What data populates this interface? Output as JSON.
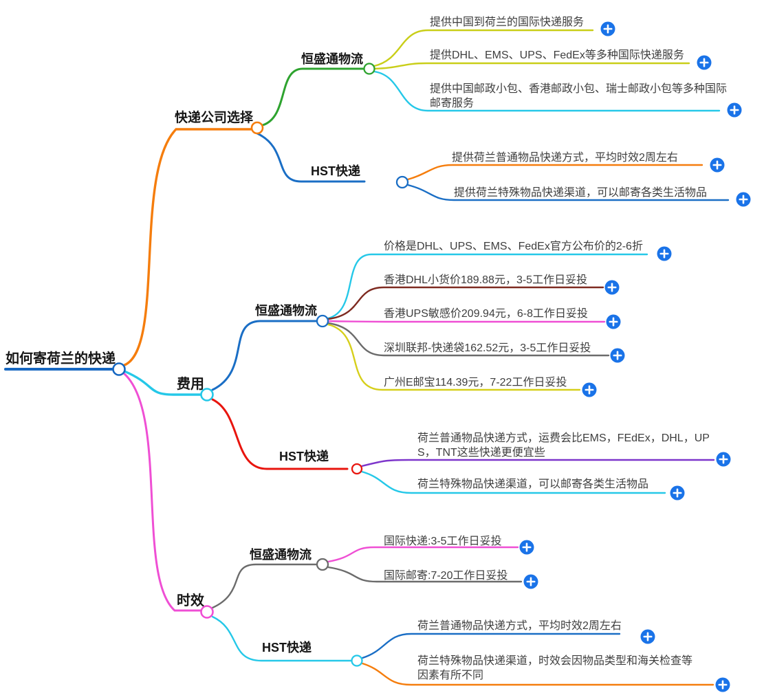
{
  "palette": {
    "root_blue": "#1667c1",
    "orange": "#f57d0d",
    "cyan": "#25c8e8",
    "magenta": "#ef4fd4",
    "green": "#2ea32f",
    "olive": "#c9ce18",
    "blue": "#1a6ec5",
    "dark_red": "#7e2a20",
    "gray": "#6b6b6b",
    "yellow": "#d6cf1b",
    "red": "#e8150e",
    "purple": "#7d35cb",
    "plus_blue": "#1a73e8"
  },
  "root": {
    "label": "如何寄荷兰的快递"
  },
  "branches": [
    {
      "label": "快递公司选择",
      "children": [
        {
          "label": "恒盛通物流",
          "leaves": [
            "提供中国到荷兰的国际快递服务",
            "提供DHL、EMS、UPS、FedEx等多种国际快递服务",
            "提供中国邮政小包、香港邮政小包、瑞士邮政小包等多种国际邮寄服务"
          ]
        },
        {
          "label": "HST快递",
          "leaves": [
            "提供荷兰普通物品快递方式，平均时效2周左右",
            "提供荷兰特殊物品快递渠道，可以邮寄各类生活物品"
          ]
        }
      ]
    },
    {
      "label": "费用",
      "children": [
        {
          "label": "恒盛通物流",
          "leaves": [
            "价格是DHL、UPS、EMS、FedEx官方公布价的2-6折",
            "香港DHL小货价189.88元，3-5工作日妥投",
            "香港UPS敏感价209.94元，6-8工作日妥投",
            "深圳联邦-快递袋162.52元，3-5工作日妥投",
            "广州E邮宝114.39元，7-22工作日妥投"
          ]
        },
        {
          "label": "HST快递",
          "leaves": [
            "荷兰普通物品快递方式，运费会比EMS，FEdEx，DHL，UPS，TNT这些快递更便宜些",
            "荷兰特殊物品快递渠道，可以邮寄各类生活物品"
          ]
        }
      ]
    },
    {
      "label": "时效",
      "children": [
        {
          "label": "恒盛通物流",
          "leaves": [
            "国际快递:3-5工作日妥投",
            "国际邮寄:7-20工作日妥投"
          ]
        },
        {
          "label": "HST快递",
          "leaves": [
            "荷兰普通物品快递方式，平均时效2周左右",
            "荷兰特殊物品快递渠道，时效会因物品类型和海关检查等因素有所不同"
          ]
        }
      ]
    }
  ]
}
